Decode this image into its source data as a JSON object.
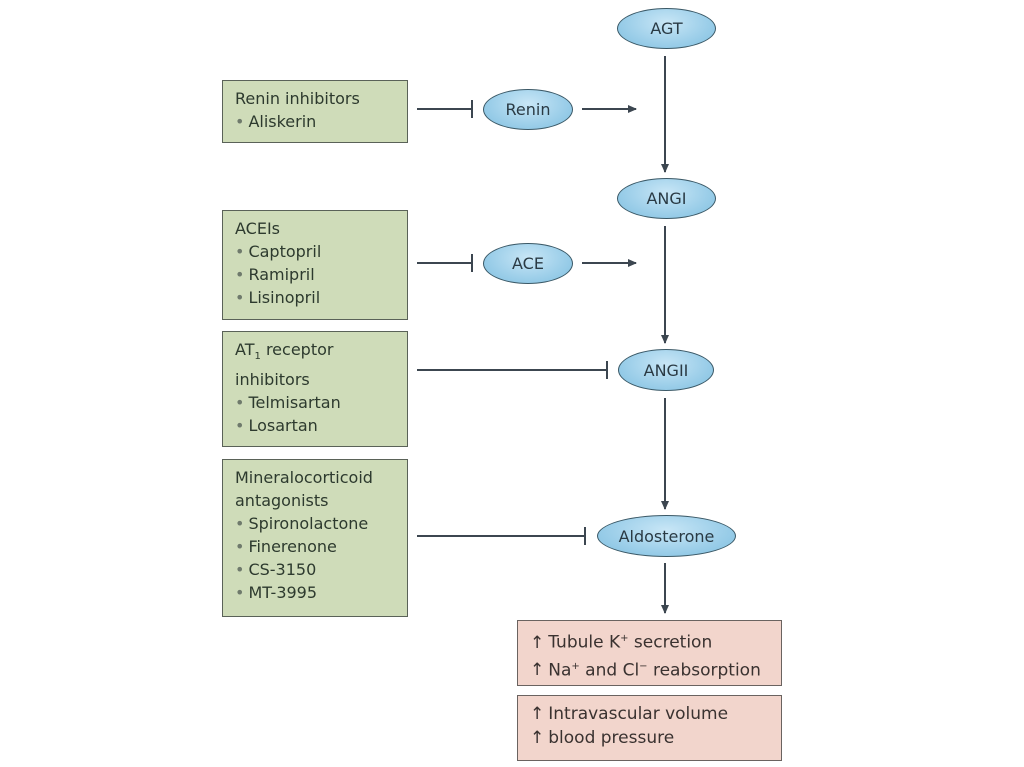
{
  "colors": {
    "inhibitor_box_fill": "#cfdcb9",
    "effect_box_fill": "#f2d5cc",
    "node_fill": "#9fd0ea",
    "line": "#3c4650"
  },
  "nodes": {
    "agt": "AGT",
    "renin": "Renin",
    "angi": "ANGI",
    "ace": "ACE",
    "angii": "ANGII",
    "aldosterone": "Aldosterone"
  },
  "inhibitors": {
    "renin": {
      "title": "Renin inhibitors",
      "items": [
        "Aliskerin"
      ]
    },
    "acei": {
      "title": "ACEIs",
      "items": [
        "Captopril",
        "Ramipril",
        "Lisinopril"
      ]
    },
    "at1": {
      "title_prefix": "AT",
      "title_sub": "1",
      "title_suffix": " receptor",
      "title_line2": "inhibitors",
      "items": [
        "Telmisartan",
        "Losartan"
      ]
    },
    "mra": {
      "title_line1": "Mineralocorticoid",
      "title_line2": "antagonists",
      "items": [
        "Spironolactone",
        "Finerenone",
        "CS-3150",
        "MT-3995"
      ]
    }
  },
  "effects": {
    "box1": {
      "line1_a": "Tubule K",
      "line1_sup": "+",
      "line1_b": " secretion",
      "line2_a": "Na",
      "line2_sup1": "+",
      "line2_b": " and Cl",
      "line2_sup2": "−",
      "line2_c": " reabsorption"
    },
    "box2": {
      "line1": "Intravascular volume",
      "line2": "blood pressure"
    }
  }
}
